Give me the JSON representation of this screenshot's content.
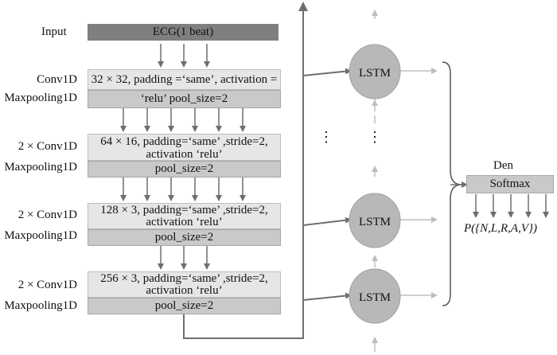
{
  "labels": {
    "input": "Input",
    "conv1": "Conv1D",
    "maxpool1": "Maxpooling1D",
    "conv2": "2 × Conv1D",
    "maxpool2": "Maxpooling1D",
    "conv3": "2 × Conv1D",
    "maxpool3": "Maxpooling1D",
    "conv4": "2 × Conv1D",
    "maxpool4": "Maxpooling1D"
  },
  "input_box": "ECG(1 beat)",
  "block1": {
    "conv_line1": "32 × 32, padding =‘same’, activation =",
    "pool_line": "‘relu’  pool_size=2"
  },
  "block2": {
    "conv_line1": "64 × 16, padding=‘same’ ,stride=2,",
    "conv_line2": "activation ‘relu’",
    "pool_line": "pool_size=2"
  },
  "block3": {
    "conv_line1": "128 × 3, padding=‘same’ ,stride=2,",
    "conv_line2": "activation ‘relu’",
    "pool_line": "pool_size=2"
  },
  "block4": {
    "conv_line1": "256 × 3, padding=‘same’ ,stride=2,",
    "conv_line2": "activation ‘relu’",
    "pool_line": "pool_size=2"
  },
  "lstm": {
    "label1": "LSTM",
    "label2": "LSTM",
    "label3": "LSTM",
    "ellipsis1": "⋮",
    "ellipsis2": "⋮"
  },
  "dense": {
    "title": "Den",
    "softmax": "Softmax",
    "output": "P({N,L,R,A,V})"
  }
}
